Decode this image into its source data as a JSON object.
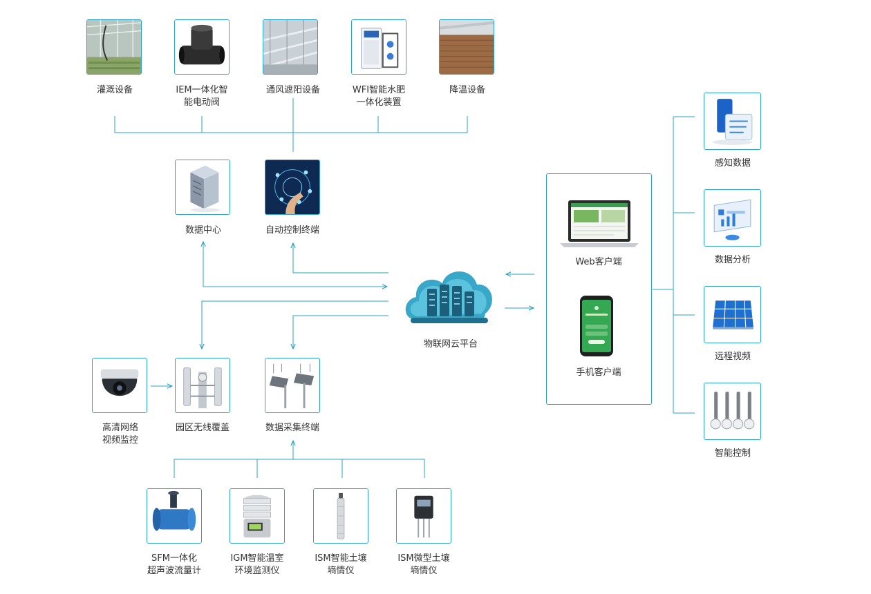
{
  "devices_top": [
    {
      "label": [
        "灌溉设备"
      ]
    },
    {
      "label": [
        "IEM一体化智",
        "能电动阀"
      ]
    },
    {
      "label": [
        "通风遮阳设备"
      ]
    },
    {
      "label": [
        "WFI智能水肥",
        "一体化装置"
      ]
    },
    {
      "label": [
        "降温设备"
      ]
    }
  ],
  "control": {
    "data_center": "数据中心",
    "auto_control_terminal": "自动控制终端"
  },
  "cloud": {
    "label": "物联网云平台"
  },
  "field": {
    "camera": [
      "高清网络",
      "视频监控"
    ],
    "wireless": "园区无线覆盖",
    "collector": "数据采集终端"
  },
  "sensors": [
    {
      "label": [
        "SFM一体化",
        "超声波流量计"
      ]
    },
    {
      "label": [
        "IGM智能温室",
        "环境监测仪"
      ]
    },
    {
      "label": [
        "ISM智能土壤",
        "墒情仪"
      ]
    },
    {
      "label": [
        "ISM微型土壤",
        "墒情仪"
      ]
    }
  ],
  "clients": {
    "web": "Web客户端",
    "mobile": "手机客户端"
  },
  "features": [
    {
      "label": "感知数据"
    },
    {
      "label": "数据分析"
    },
    {
      "label": "远程视频"
    },
    {
      "label": "智能控制"
    }
  ],
  "colors": {
    "accent": "#2aa3c9",
    "text": "#333333"
  }
}
